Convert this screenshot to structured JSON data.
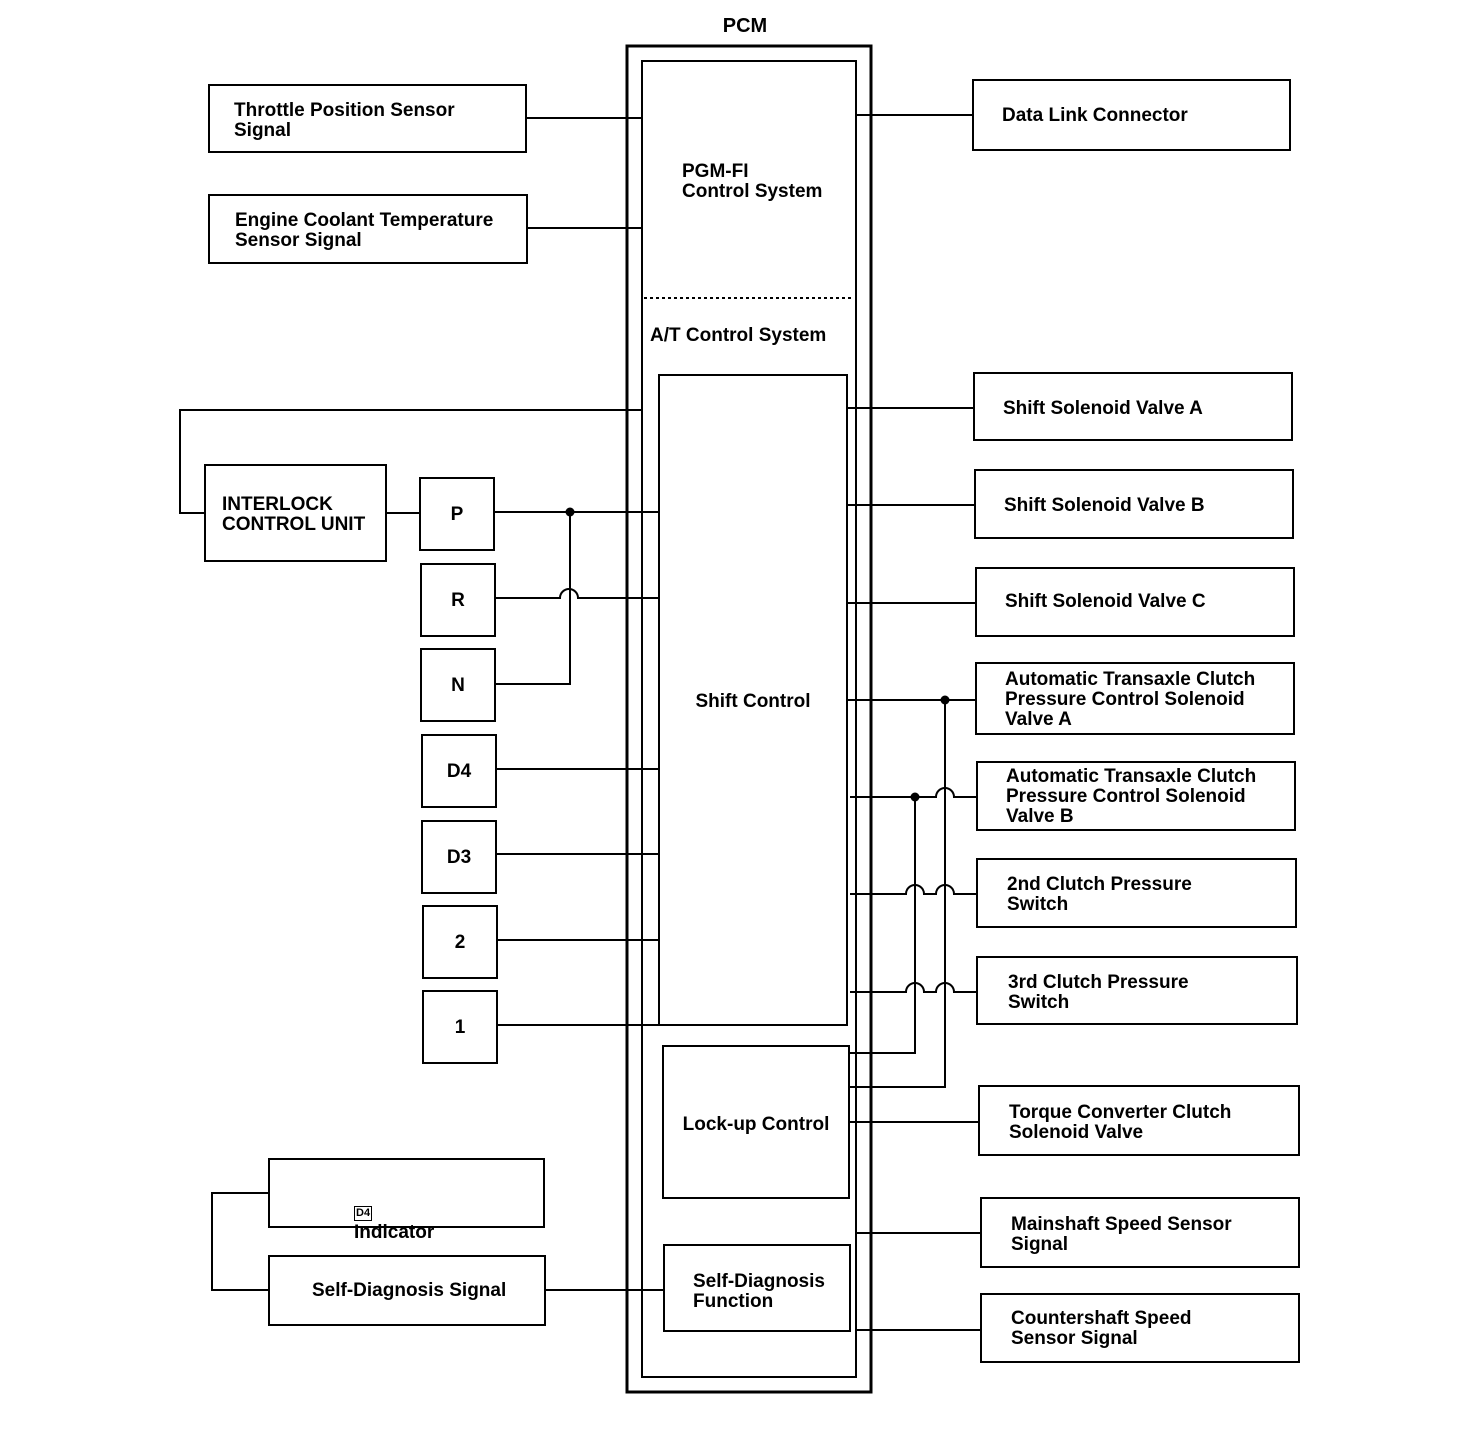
{
  "pcm": {
    "title": "PCM",
    "pgm_fi": "PGM-FI\nControl System",
    "at_control": "A/T Control System",
    "shift_control": "Shift Control",
    "lockup_control": "Lock-up Control",
    "self_diag_function": "Self-Diagnosis\nFunction"
  },
  "inputs": {
    "tps": "Throttle Position Sensor\nSignal",
    "ect": "Engine Coolant Temperature\nSensor Signal",
    "interlock": "INTERLOCK\nCONTROL UNIT",
    "d4_indicator_glyph": "D4",
    "d4_indicator_text": "Indicator",
    "self_diag_signal": "Self-Diagnosis Signal"
  },
  "gears": [
    "P",
    "R",
    "N",
    "D4",
    "D3",
    "2",
    "1"
  ],
  "outputs": {
    "dlc": "Data Link Connector",
    "ssv_a": "Shift Solenoid Valve A",
    "ssv_b": "Shift Solenoid Valve B",
    "ssv_c": "Shift Solenoid Valve C",
    "atcpc_a": "Automatic Transaxle Clutch\nPressure Control Solenoid\nValve A",
    "atcpc_b": "Automatic Transaxle Clutch\nPressure Control Solenoid\nValve B",
    "clutch2": "2nd Clutch Pressure\nSwitch",
    "clutch3": "3rd Clutch Pressure\nSwitch",
    "tcc": "Torque Converter Clutch\nSolenoid Valve",
    "mainshaft": "Mainshaft Speed Sensor\nSignal",
    "countershaft": "Countershaft Speed\nSensor Signal"
  }
}
